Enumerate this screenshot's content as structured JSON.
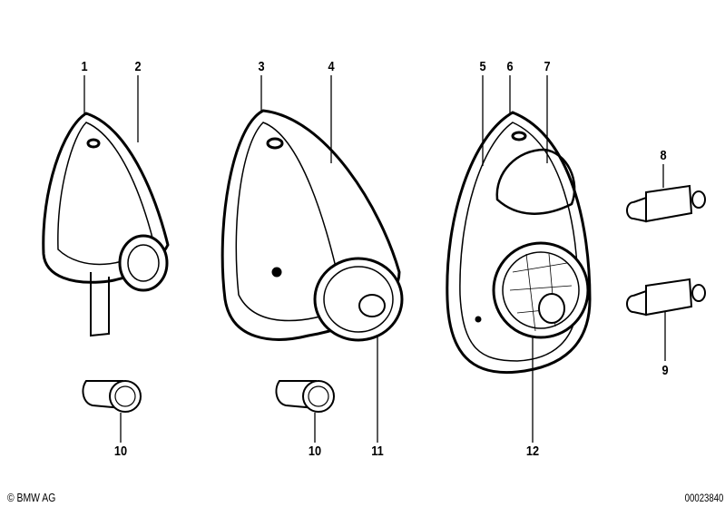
{
  "diagram": {
    "callouts": [
      "1",
      "2",
      "3",
      "4",
      "5",
      "6",
      "7",
      "8",
      "9",
      "10",
      "10",
      "11",
      "12"
    ],
    "copyright": "© BMW AG",
    "document_id": "00023840"
  }
}
